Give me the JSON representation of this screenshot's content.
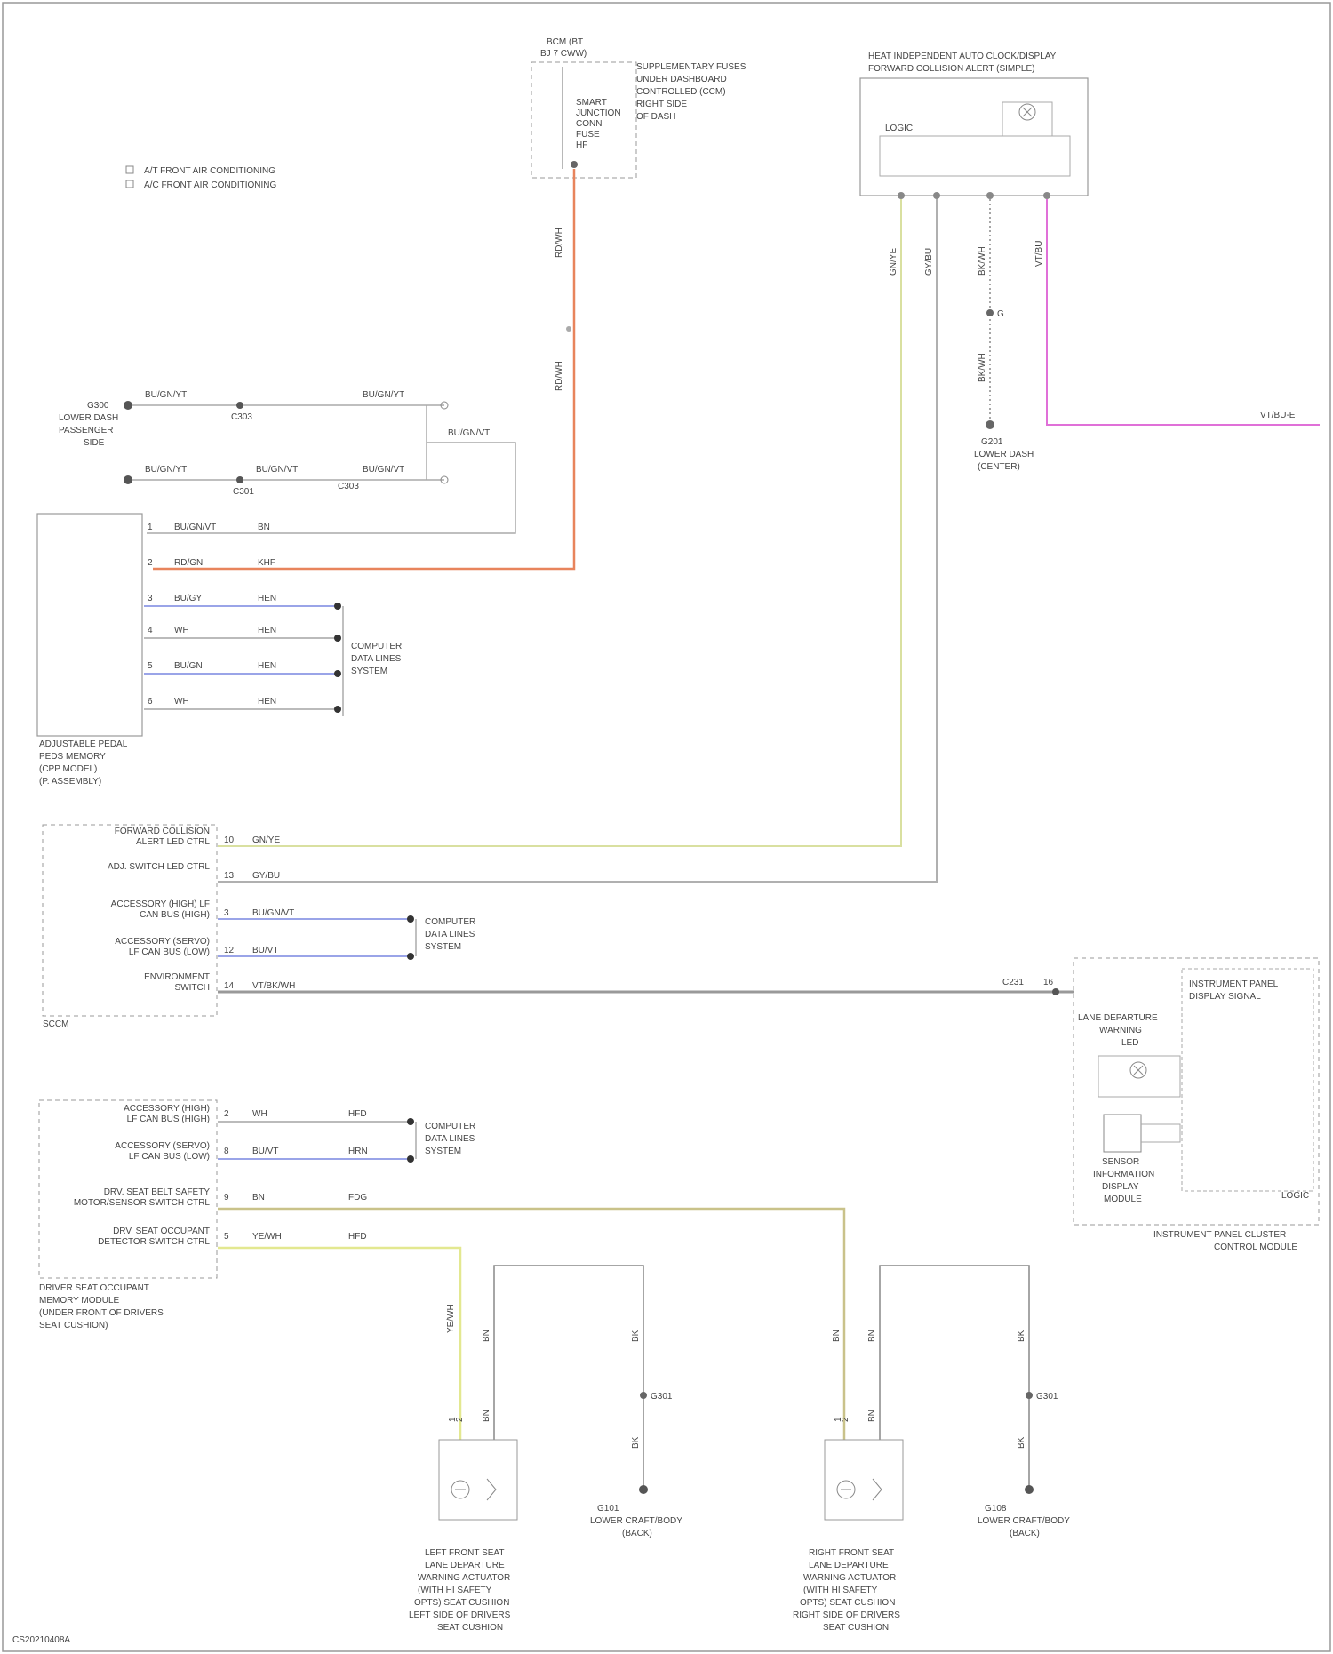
{
  "legend": {
    "line1": "A/T FRONT AIR CONDITIONING",
    "line2": "A/C FRONT AIR CONDITIONING"
  },
  "fuse": {
    "title_line1": "BCM (BT",
    "title_line2": "BJ 7 CWW)",
    "inner_lines": [
      "SMART",
      "JUNCTION",
      "CONN",
      "FUSE",
      "HF"
    ],
    "desc_lines": [
      "SUPPLEMENTARY FUSES",
      "UNDER DASHBOARD",
      "CONTROLLED (CCM)",
      "RIGHT SIDE",
      "OF DASH"
    ],
    "wire_label_top": "RD/WH",
    "wire_label_bottom": "RD/WH",
    "wire_color": "#e8845c"
  },
  "top_module": {
    "title_line1": "HEAT INDEPENDENT AUTO CLOCK/DISPLAY",
    "title_line2": "FORWARD COLLISION ALERT (SIMPLE)",
    "inner_label": "LOGIC",
    "wire_labels": [
      "GN/YE",
      "GY/BU",
      "BK/WH",
      "VT/BU"
    ],
    "ground_label": "G",
    "ground_wire_label": "BK/WH",
    "ground_desc": [
      "G201",
      "LOWER DASH",
      "(CENTER)"
    ],
    "signal_label": "VT/BU-E",
    "pink_color": "#e070d8",
    "yellow_color": "#d9e0a0",
    "gray_color": "#b0b0b0"
  },
  "park_module": {
    "ground_name": [
      "G300",
      "LOWER DASH",
      "PASSENGER",
      "SIDE"
    ],
    "top_wire1": "BU/GN/YT",
    "top_wire1b": "BU/GN/YT",
    "top_wire2": "BU/GN/YT",
    "top_wire2b": "BU/GN/VT",
    "top_wire2c": "BU/GN/VT",
    "junction_labels": [
      "C303",
      "C301",
      "C303"
    ],
    "right_wire": "BU/GN/VT",
    "pins": [
      {
        "num": "1",
        "wire": "BU/GN/VT",
        "circuit": "BN"
      },
      {
        "num": "2",
        "wire": "RD/GN",
        "circuit": "KHF"
      },
      {
        "num": "3",
        "wire": "BU/GY",
        "circuit": "HEN"
      },
      {
        "num": "4",
        "wire": "WH",
        "circuit": "HEN"
      },
      {
        "num": "5",
        "wire": "BU/GN",
        "circuit": "HEN"
      },
      {
        "num": "6",
        "wire": "WH",
        "circuit": "HEN"
      }
    ],
    "bus_label": [
      "COMPUTER",
      "DATA LINES",
      "SYSTEM"
    ],
    "name": [
      "ADJUSTABLE PEDAL",
      "PEDS MEMORY",
      "(CPP MODEL)",
      "(P. ASSEMBLY)"
    ],
    "blue_color": "#9aa4e8"
  },
  "mid_module": {
    "rows": [
      {
        "label": [
          "FORWARD COLLISION",
          "ALERT LED CTRL"
        ],
        "pin": "10",
        "wire": "GN/YE"
      },
      {
        "label": [
          "ADJ. SWITCH LED CTRL"
        ],
        "pin": "13",
        "wire": "GY/BU"
      },
      {
        "label": [
          "ACCESSORY (HIGH) LF",
          "CAN BUS (HIGH)"
        ],
        "pin": "3",
        "wire": "BU/GN/VT"
      },
      {
        "label": [
          "ACCESSORY (SERVO)",
          "LF CAN BUS (LOW)"
        ],
        "pin": "12",
        "wire": "BU/VT"
      },
      {
        "label": [
          "ENVIRONMENT",
          "SWITCH"
        ],
        "pin": "14",
        "wire": "VT/BK/WH"
      }
    ],
    "bus_label": [
      "COMPUTER",
      "DATA LINES",
      "SYSTEM"
    ],
    "name": "SCCM",
    "long_wire_end": "C231",
    "long_wire_pin": "16"
  },
  "right_module": {
    "title": [
      "INSTRUMENT PANEL",
      "DISPLAY SIGNAL"
    ],
    "sensor_label": [
      "LANE DEPARTURE",
      "WARNING",
      "LED"
    ],
    "box_label": [
      "SENSOR",
      "INFORMATION",
      "DISPLAY",
      "MODULE"
    ],
    "logic_label": "LOGIC",
    "name": [
      "INSTRUMENT PANEL CLUSTER",
      "CONTROL MODULE"
    ]
  },
  "bottom_module": {
    "rows": [
      {
        "label": [
          "ACCESSORY (HIGH)",
          "LF CAN BUS (HIGH)"
        ],
        "pin": "2",
        "wire": "WH",
        "circuit": "HFD"
      },
      {
        "label": [
          "ACCESSORY (SERVO)",
          "LF CAN BUS (LOW)"
        ],
        "pin": "8",
        "wire": "BU/VT",
        "circuit": "HRN"
      },
      {
        "label": [
          "DRV. SEAT BELT SAFETY",
          "MOTOR/SENSOR SWITCH CTRL"
        ],
        "pin": "9",
        "wire": "BN",
        "circuit": "FDG"
      },
      {
        "label": [
          "DRV. SEAT OCCUPANT",
          "DETECTOR SWITCH CTRL"
        ],
        "pin": "5",
        "wire": "YE/WH",
        "circuit": "HFD"
      }
    ],
    "bus_label": [
      "COMPUTER",
      "DATA LINES",
      "SYSTEM"
    ],
    "name": [
      "DRIVER SEAT OCCUPANT",
      "MEMORY MODULE",
      "(UNDER FRONT OF DRIVERS",
      "SEAT CUSHION)"
    ],
    "olive_color": "#c9c28a",
    "yellow_color": "#e3e890"
  },
  "seat_left": {
    "wire_labels": [
      "YE/WH",
      "BN",
      "BN",
      "BK"
    ],
    "pin_labels": [
      "1",
      "2"
    ],
    "ground_wire": "BK",
    "ground_junction": "G301",
    "ground_desc": [
      "G101",
      "LOWER CRAFT/BODY",
      "(BACK)"
    ],
    "name": [
      "LEFT FRONT SEAT",
      "LANE DEPARTURE",
      "WARNING ACTUATOR",
      "(WITH HI SAFETY",
      "OPTS) SEAT CUSHION",
      "LEFT SIDE OF DRIVERS",
      "SEAT CUSHION"
    ]
  },
  "seat_right": {
    "wire_labels": [
      "BN",
      "BN",
      "BN",
      "BK"
    ],
    "pin_labels": [
      "1",
      "2"
    ],
    "ground_wire": "BK",
    "ground_junction": "G301",
    "ground_desc": [
      "G108",
      "LOWER CRAFT/BODY",
      "(BACK)"
    ],
    "name": [
      "RIGHT FRONT SEAT",
      "LANE DEPARTURE",
      "WARNING ACTUATOR",
      "(WITH HI SAFETY",
      "OPTS) SEAT CUSHION",
      "RIGHT SIDE OF DRIVERS",
      "SEAT CUSHION"
    ]
  },
  "footer": "CS20210408A"
}
